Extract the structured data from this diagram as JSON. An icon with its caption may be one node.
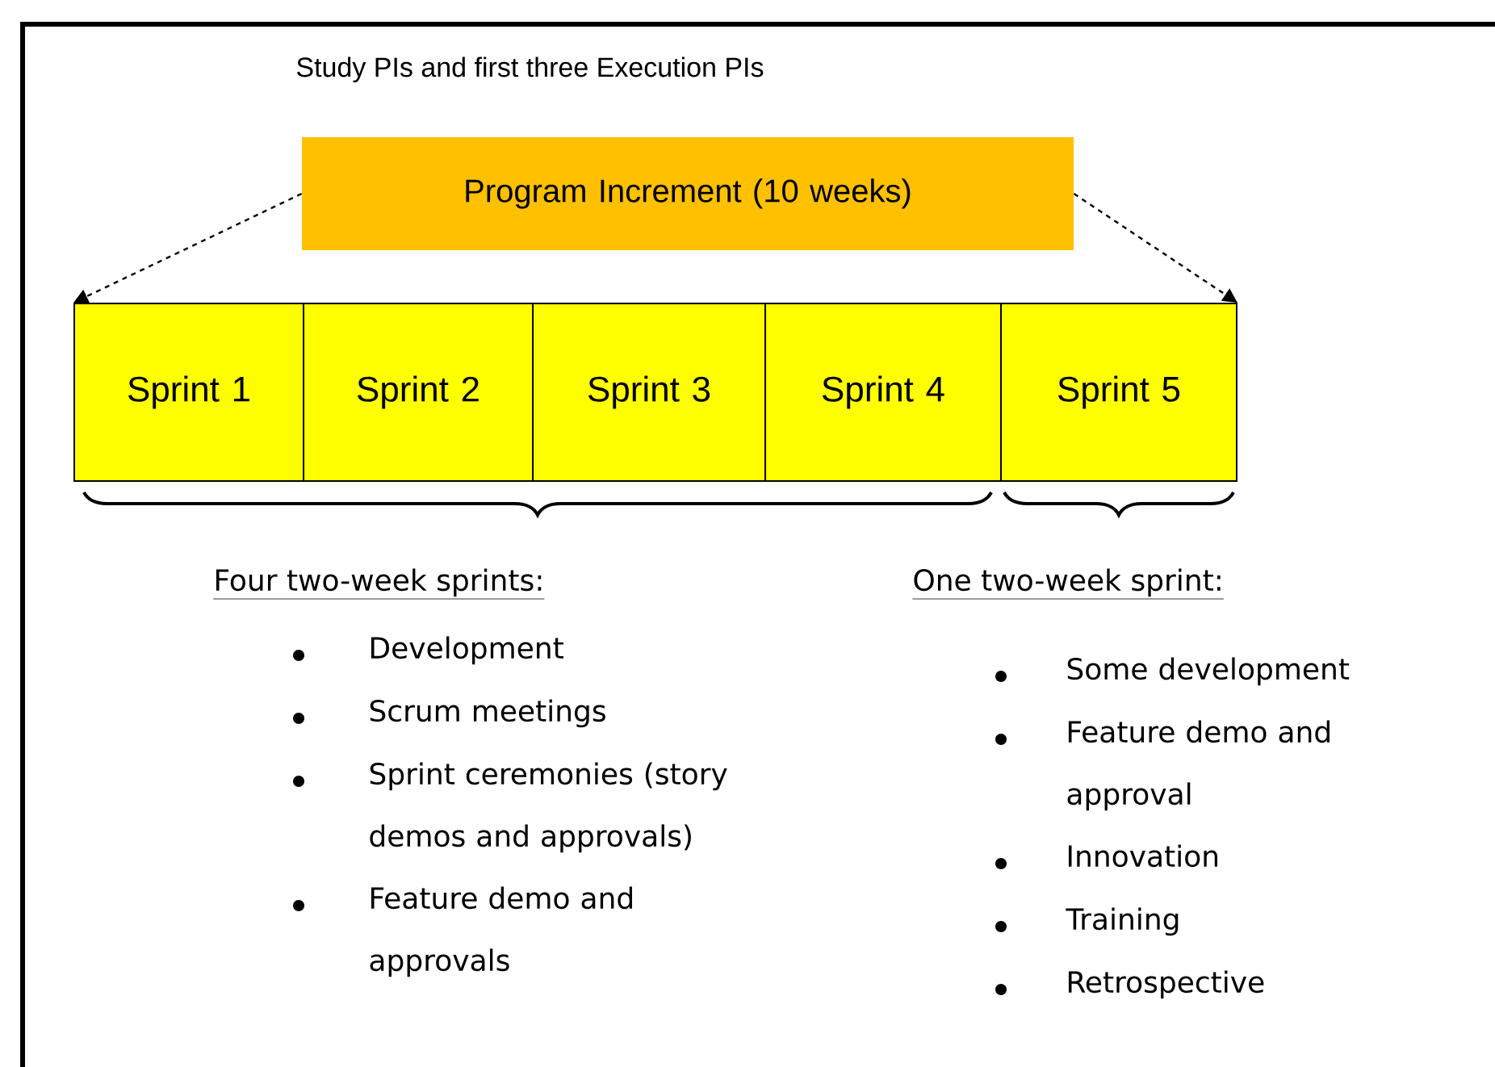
{
  "diagram": {
    "title": "Study PIs and first three Execution PIs",
    "nodes": [
      {
        "text": [
          "Program Increment (10 weeks)"
        ]
      },
      {
        "text": [
          "Sprint 1"
        ]
      },
      {
        "text": [
          "Sprint 2"
        ]
      },
      {
        "text": [
          "Sprint 3"
        ]
      },
      {
        "text": [
          "Sprint 4"
        ]
      },
      {
        "text": [
          "Sprint 5"
        ]
      }
    ],
    "edges": [
      {
        "from": 0,
        "to": 1,
        "arrow": "to",
        "style": "dashed"
      },
      {
        "from": 0,
        "to": 5,
        "arrow": "to",
        "style": "dashed"
      }
    ],
    "labels": [
      "Four two-week sprints:",
      "Development",
      "Scrum meetings",
      "Sprint ceremonies (story demos and approvals)",
      "Feature demo and approvals",
      "One two-week sprint:",
      "Some development",
      "Feature demo and approval",
      "Innovation",
      "Training",
      "Retrospective"
    ]
  }
}
